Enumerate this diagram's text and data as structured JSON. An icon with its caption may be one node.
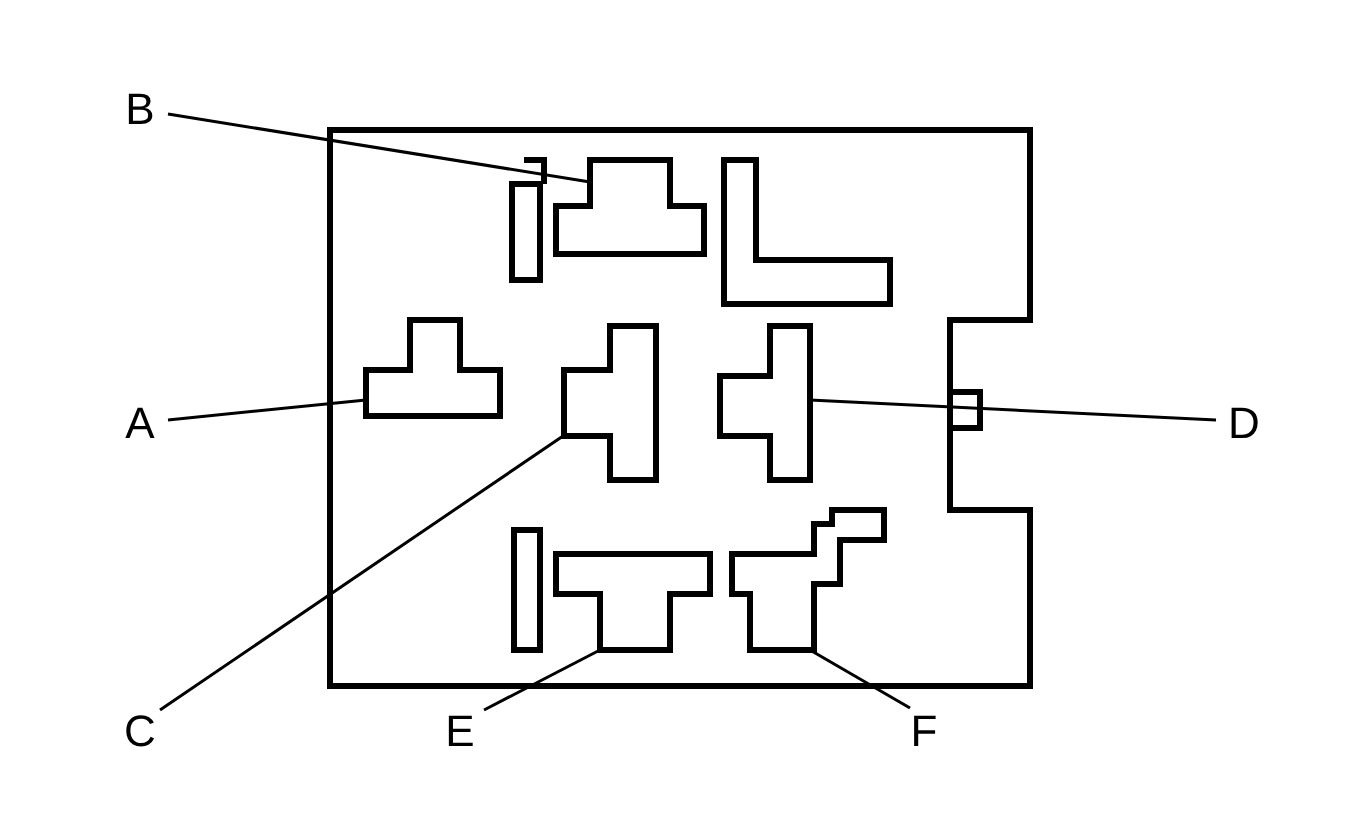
{
  "diagram": {
    "nodes": [
      {
        "text": [
          "B"
        ]
      },
      {
        "text": [
          "A"
        ]
      },
      {
        "text": [
          "D"
        ]
      },
      {
        "text": [
          "C"
        ]
      },
      {
        "text": [
          "E"
        ]
      },
      {
        "text": [
          "F"
        ]
      },
      {
        "text": [],
        "shape": "box"
      },
      {
        "text": [],
        "shape": "box"
      },
      {
        "text": [],
        "shape": "box"
      },
      {
        "text": [],
        "shape": "box"
      },
      {
        "text": [],
        "shape": "box"
      },
      {
        "text": [],
        "shape": "box"
      }
    ],
    "edges": [
      {
        "from": 0,
        "to": 6,
        "arrow": "none"
      },
      {
        "from": 1,
        "to": 7,
        "arrow": "none"
      },
      {
        "from": 2,
        "to": 9,
        "arrow": "none"
      },
      {
        "from": 3,
        "to": 8,
        "arrow": "none"
      },
      {
        "from": 4,
        "to": 10,
        "arrow": "none"
      },
      {
        "from": 5,
        "to": 11,
        "arrow": "none"
      }
    ]
  }
}
